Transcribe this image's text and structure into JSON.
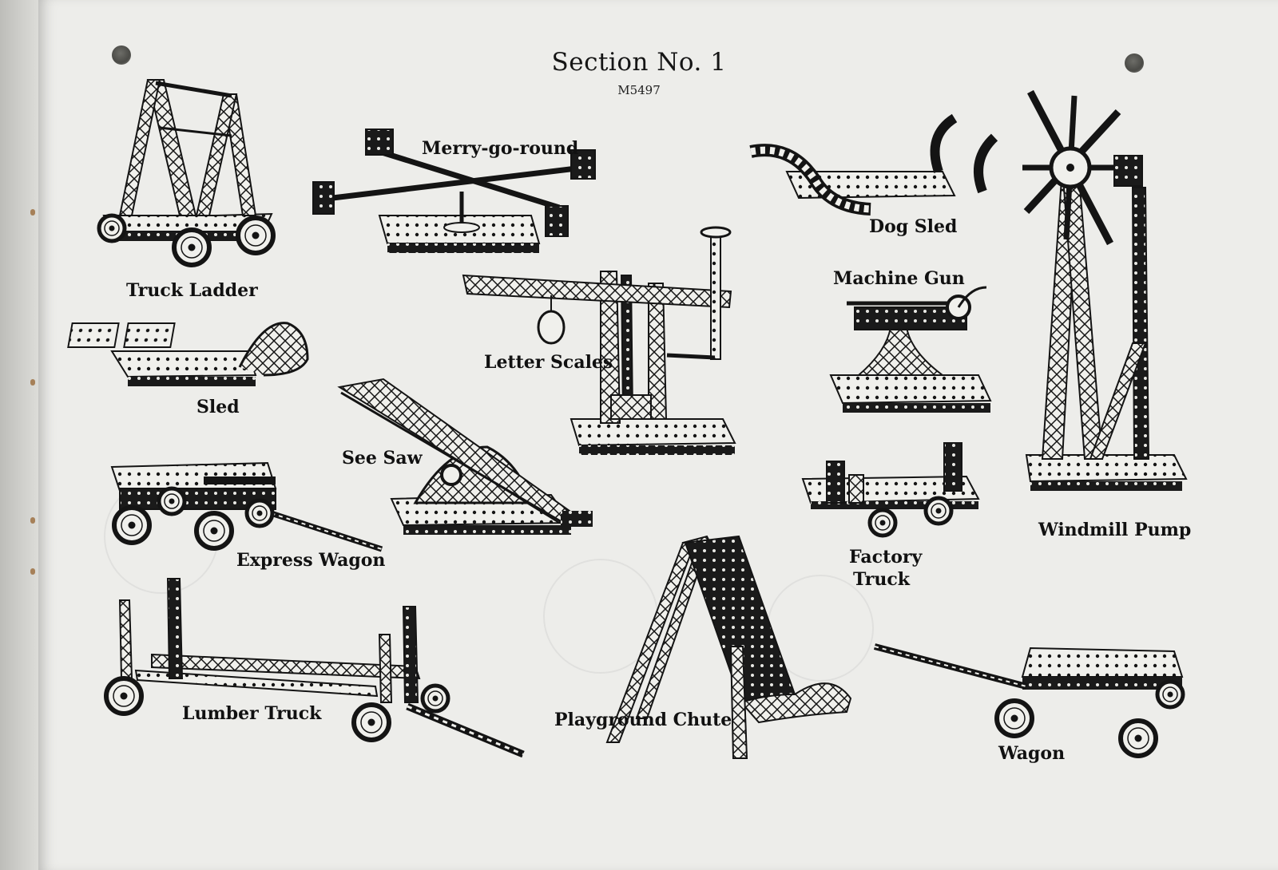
{
  "header": {
    "title": "Section No. 1",
    "code": "M5497"
  },
  "models": [
    {
      "id": "truck-ladder",
      "label": "Truck Ladder"
    },
    {
      "id": "merry-go-round",
      "label": "Merry-go-round"
    },
    {
      "id": "dog-sled",
      "label": "Dog Sled"
    },
    {
      "id": "windmill-pump",
      "label": "Windmill Pump"
    },
    {
      "id": "machine-gun",
      "label": "Machine Gun"
    },
    {
      "id": "sled",
      "label": "Sled"
    },
    {
      "id": "letter-scales",
      "label": "Letter Scales"
    },
    {
      "id": "see-saw",
      "label": "See Saw"
    },
    {
      "id": "express-wagon",
      "label": "Express Wagon"
    },
    {
      "id": "factory-truck",
      "label_line1": "Factory",
      "label_line2": "Truck"
    },
    {
      "id": "lumber-truck",
      "label": "Lumber Truck"
    },
    {
      "id": "playground-chute",
      "label": "Playground Chute"
    },
    {
      "id": "wagon",
      "label": "Wagon"
    }
  ]
}
